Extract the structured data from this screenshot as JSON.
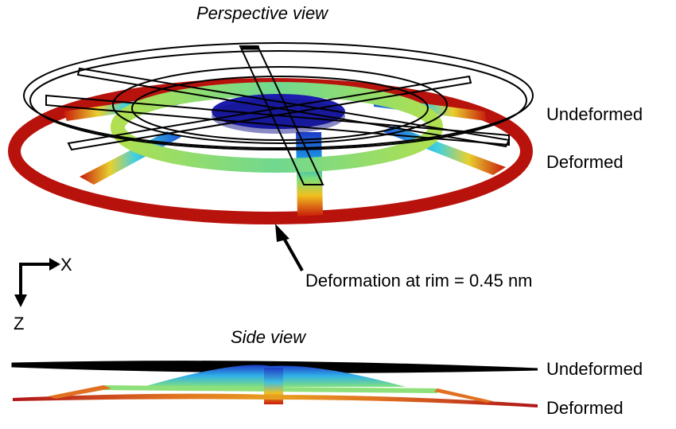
{
  "perspective": {
    "title": "Perspective view",
    "undeformed_label": "Undeformed",
    "deformed_label": "Deformed",
    "annotation": "Deformation at rim = 0.45 nm"
  },
  "axes": {
    "x_label": "X",
    "z_label": "Z"
  },
  "side": {
    "title": "Side view",
    "undeformed_label": "Undeformed",
    "deformed_label": "Deformed"
  },
  "colors": {
    "rim_red": "#b40f0f",
    "hub_blue": "#1a1aa8",
    "ring_green": "#a8e05a",
    "wire_black": "#000000"
  }
}
